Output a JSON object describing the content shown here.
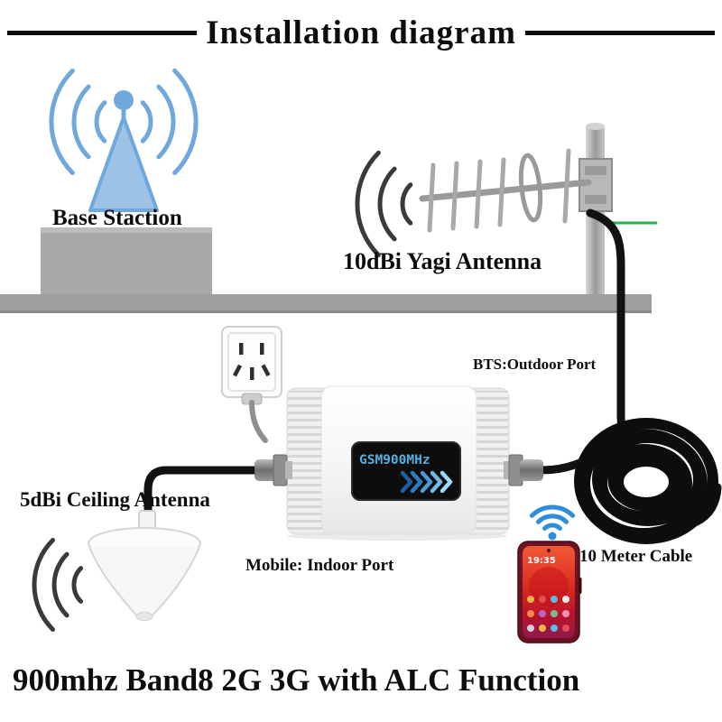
{
  "title": "Installation diagram",
  "diagram": {
    "base_station": {
      "label": "Base Staction"
    },
    "yagi_antenna": {
      "label": "10dBi Yagi Antenna"
    },
    "bts_port": {
      "label": "BTS:Outdoor Port"
    },
    "repeater": {
      "display_text": "GSM900MHz"
    },
    "ceiling_antenna": {
      "label": "5dBi Ceiling Antenna"
    },
    "indoor_port": {
      "label": "Mobile: Indoor Port"
    },
    "cable": {
      "label": "10 Meter Cable"
    },
    "phone": {
      "time": "19:35"
    }
  },
  "caption": "900mhz Band8 2G 3G with ALC Function",
  "colors": {
    "tower_blue": "#6FA8DC",
    "tower_fill_blue": "#9CC3E6",
    "signal_wave_dark": "#3A3A3A",
    "wifi_blue": "#2E8FD8",
    "lcd_text_blue": "#57AEE0",
    "phone_screen_red": "#D42420",
    "cable_black": "#121212",
    "building_gray": "#A8A8A8",
    "ground_green_line": "#2FAE4F"
  }
}
